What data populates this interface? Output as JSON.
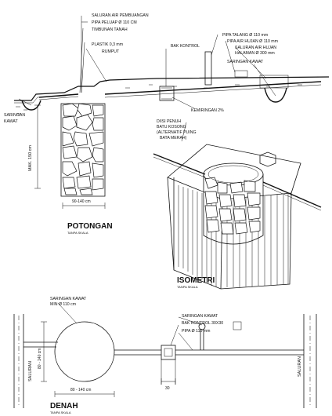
{
  "section": {
    "labels": {
      "saluran_pembuangan": "SALURAN AIR PEMBUANGAN",
      "pipa_peluap": "PIPA PELUAP Ø 110 CM",
      "timbunan": "TIMBUNAN TANAH",
      "plastik": "PLASTIK 0,3 mm",
      "rumput": "RUMPUT",
      "bak_kontrol": "BAK KONTROL",
      "pipa_talang": "PIPA TALANG Ø 110 mm",
      "pipa_air_hujan": "PIPA AIR HUJAN Ø 110 mm",
      "saluran_hujan_1": "SALURAN AIR HUJAN",
      "saluran_hujan_2": "HALAMAN Ø 300 mm",
      "saringan_kawat_right": "SARINGAN KAWAT",
      "saringan_kawat_left_1": "SARINGAN",
      "saringan_kawat_left_2": "KAWAT",
      "kemiringan": "KEMIRINGAN 2%",
      "depth": "MAK. 150 cm",
      "width": "90-140 cm",
      "diisi_1": "DIISI PENUH",
      "diisi_2": "BATU KOSONG",
      "diisi_3": "(ALTERNATIF PUING",
      "diisi_4": "BATA MERAH)"
    },
    "title": "POTONGAN",
    "subtitle": "TANPA SKALA"
  },
  "isometric": {
    "title": "ISOMETRI",
    "subtitle": "TANPA SKALA"
  },
  "plan": {
    "labels": {
      "saringan_kawat_min_1": "SARINGAN KAWAT",
      "saringan_kawat_min_2": "MIN Ø 110 cm",
      "saringan_kawat": "SARINGAN KAWAT",
      "bak_kontrol": "BAK KONTROL 30X30",
      "pipa": "PIPA Ø 110 mm",
      "saluran_left": "SALURAN",
      "saluran_right": "SALURAN",
      "dim_height": "80 - 140 cm",
      "dim_width": "80 - 140 cm",
      "dim_30": "30"
    },
    "title": "DENAH",
    "subtitle": "TANPA SKALA"
  }
}
